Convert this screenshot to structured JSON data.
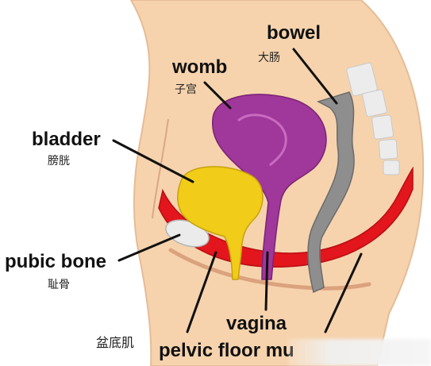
{
  "labels": {
    "bowel": {
      "en": "bowel",
      "zh": "大肠"
    },
    "womb": {
      "en": "womb",
      "zh": "子宫"
    },
    "bladder": {
      "en": "bladder",
      "zh": "膀胱"
    },
    "pubic_bone": {
      "en": "pubic bone",
      "zh": "耻骨"
    },
    "vagina": {
      "en": "vagina"
    },
    "pelvic_floor": {
      "en": "pelvic floor mu",
      "zh": "盆底肌"
    }
  },
  "colors": {
    "skin": "#f6d3ad",
    "skin_edge": "#e0b591",
    "womb": "#a0379a",
    "bladder": "#f1cc18",
    "muscle": "#e2161c",
    "bowel": "#8e8e8e",
    "bone": "#ebebeb",
    "pointer": "#111111"
  }
}
